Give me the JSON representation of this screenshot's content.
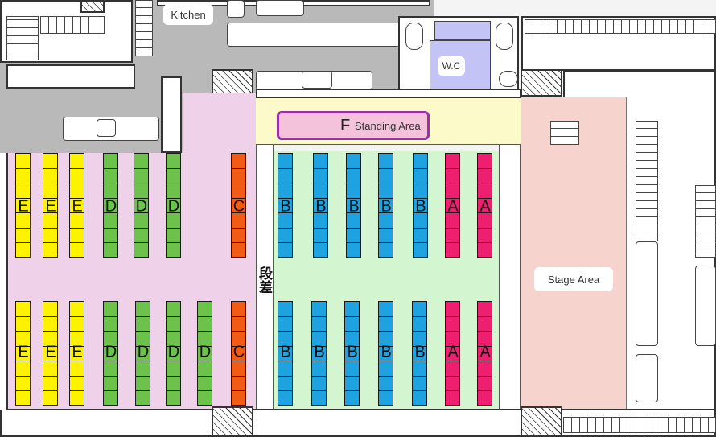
{
  "rooms": {
    "kitchen": "Kitchen",
    "wc": "W.C",
    "stage": "Stage Area",
    "standing_letter": "F",
    "standing_label": "Standing Area",
    "step_label": "段差"
  },
  "colors": {
    "zone_A": "#ee1f6e",
    "zone_B": "#1fa3e0",
    "zone_C": "#f25b14",
    "zone_D": "#6cc24a",
    "zone_E": "#fff200",
    "area_pink": "#efd1ea",
    "area_green": "#d3f5cf",
    "area_yellow": "#fbfac8",
    "stage_pink": "#f6d3cd",
    "wc_purple": "#c3c3f5",
    "standing_fill": "#f5c2dc",
    "standing_border": "#9a2fa8",
    "kitchen_gray": "#b9b9b9"
  },
  "seating": {
    "top_row": [
      "E",
      "E",
      "E",
      "D",
      "D",
      "D",
      "C",
      "B",
      "B",
      "B",
      "B",
      "B",
      "A",
      "A"
    ],
    "bottom_row": [
      "E",
      "E",
      "E",
      "D",
      "D",
      "D",
      "D",
      "C",
      "B",
      "B",
      "B",
      "B",
      "B",
      "A",
      "A"
    ]
  }
}
